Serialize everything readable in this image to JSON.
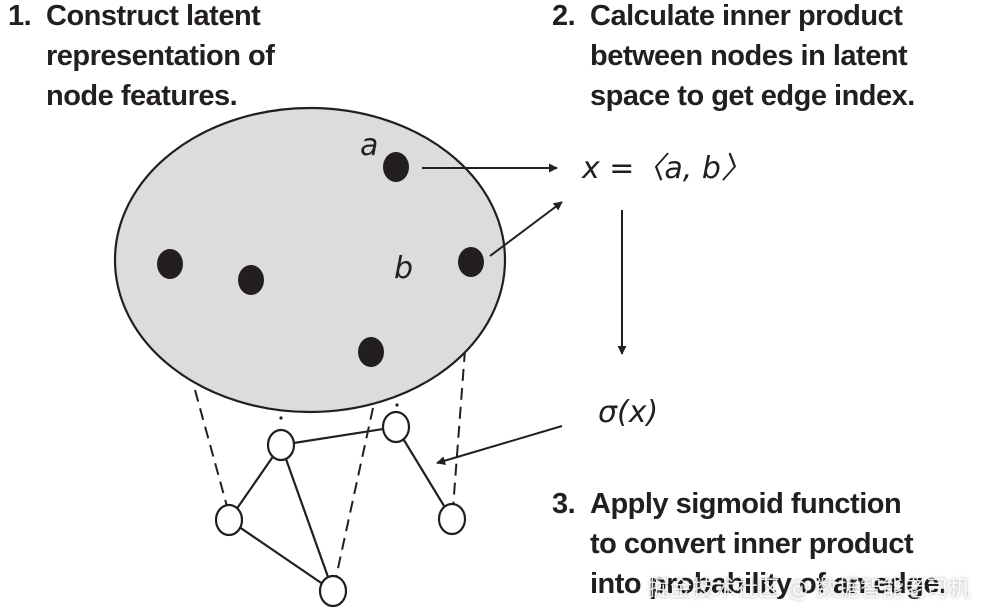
{
  "steps": [
    {
      "number": "1.",
      "lines": [
        "Construct latent",
        "representation of",
        "node features."
      ]
    },
    {
      "number": "2.",
      "lines": [
        "Calculate inner product",
        "between nodes in latent",
        "space to get edge index."
      ]
    },
    {
      "number": "3.",
      "lines": [
        "Apply sigmoid function",
        "to convert inner product",
        "into probability of an edge."
      ]
    }
  ],
  "labels": {
    "node_a": "a",
    "node_b": "b",
    "inner_product": "x =〈a, b〉",
    "sigmoid": "σ(x)"
  },
  "watermark": "掘金技术社区 @ 数据智能老司机",
  "colors": {
    "ink": "#231f20",
    "latent_fill": "#dcdcdc",
    "node_fill": "#ffffff"
  }
}
